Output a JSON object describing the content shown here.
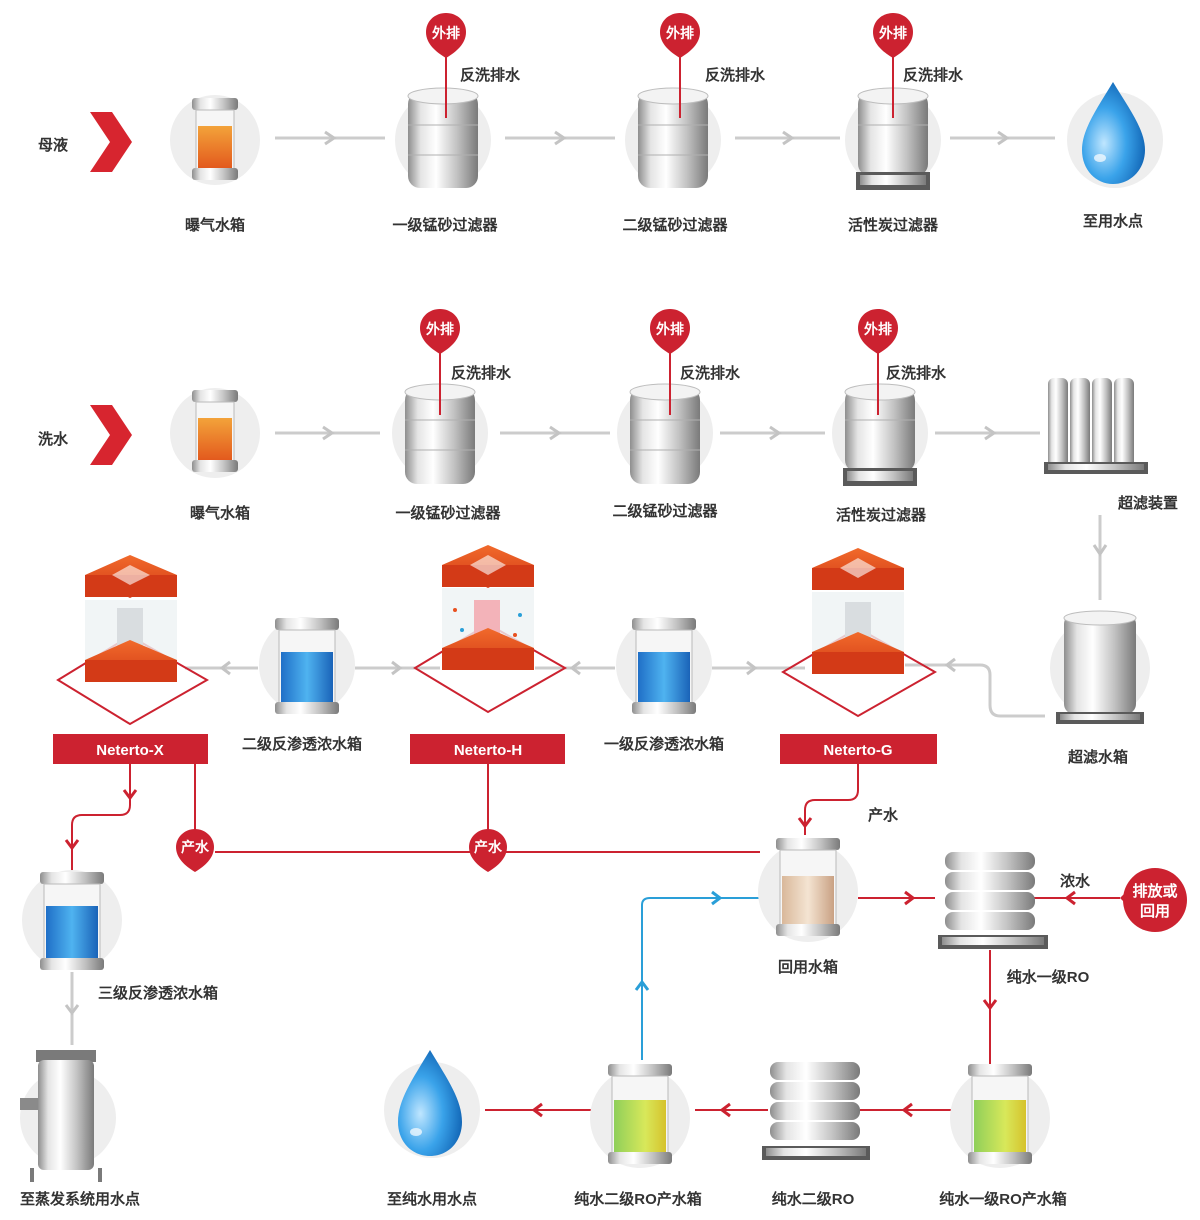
{
  "rows": {
    "mother": {
      "label": "母液",
      "nodes": [
        "曝气水箱",
        "一级锰砂过滤器",
        "二级锰砂过滤器",
        "活性炭过滤器",
        "至用水点"
      ],
      "backwash": [
        "反洗排水",
        "反洗排水",
        "反洗排水"
      ],
      "discharge": [
        "外排",
        "外排",
        "外排"
      ]
    },
    "wash": {
      "label": "洗水",
      "nodes": [
        "曝气水箱",
        "一级锰砂过滤器",
        "二级锰砂过滤器",
        "活性炭过滤器",
        "超滤装置"
      ],
      "backwash": [
        "反洗排水",
        "反洗排水",
        "反洗排水"
      ],
      "discharge": [
        "外排",
        "外排",
        "外排"
      ]
    }
  },
  "neterto": [
    "Neterto-X",
    "Neterto-H",
    "Neterto-G"
  ],
  "ro_tanks": {
    "secondary_concentrate": "二级反渗透浓水箱",
    "primary_concentrate": "一级反渗透浓水箱",
    "uf_tank": "超滤水箱",
    "tertiary_concentrate": "三级反渗透浓水箱"
  },
  "product_water": "产水",
  "product_pins": [
    "产水",
    "产水"
  ],
  "reuse_tank": "回用水箱",
  "concentrate": "浓水",
  "discharge_or_reuse": [
    "排放或",
    "回用"
  ],
  "pure_ro1": "纯水一级RO",
  "pure_ro1_tank": "纯水一级RO产水箱",
  "pure_ro2": "纯水二级RO",
  "pure_ro2_tank": "纯水二级RO产水箱",
  "to_pure_water": "至纯水用水点",
  "to_evaporator": "至蒸发系统用水点",
  "colors": {
    "red": "#cc2230",
    "blue": "#2a9fd8",
    "gray_line": "#cccccc",
    "orange": "#e8501f"
  }
}
